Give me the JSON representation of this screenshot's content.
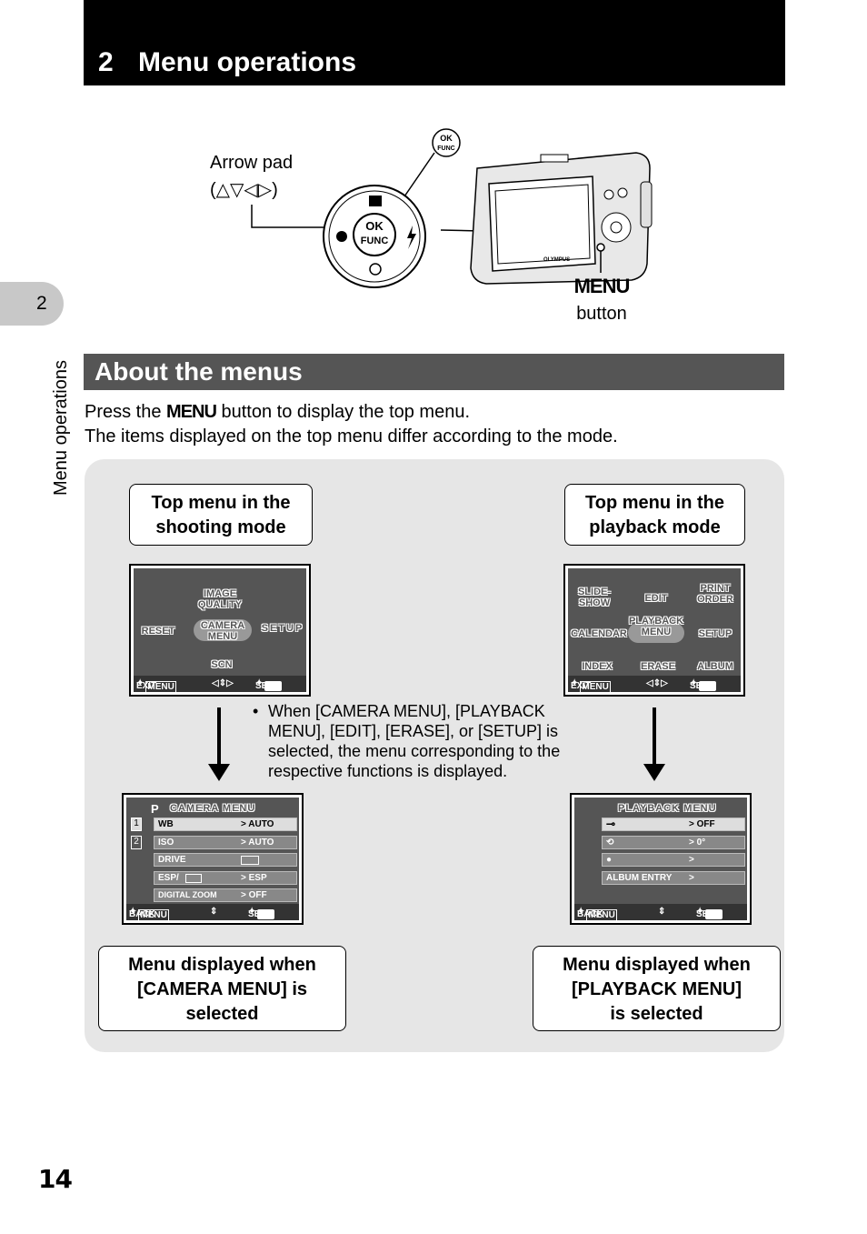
{
  "chapter": {
    "number": "2",
    "title": "Menu operations"
  },
  "side_tab": {
    "number": "2",
    "label": "Menu operations"
  },
  "page_number": "14",
  "camera_diagram": {
    "arrow_pad_label": "Arrow pad",
    "arrow_pad_glyphs": "(△▽◁▷)",
    "ok_button_top": "OK",
    "ok_button_bottom": "FUNC",
    "menu_button_word": "MENU",
    "menu_button_suffix": "button",
    "brand": "OLYMPUS"
  },
  "section": {
    "title": "About the menus"
  },
  "intro": {
    "line1_pre": "Press the ",
    "line1_menu": "MENU",
    "line1_post": " button to display the top menu.",
    "line2": "The items displayed on the top menu differ according to the mode."
  },
  "callouts": {
    "shooting_top": [
      "Top menu in the",
      "shooting mode"
    ],
    "playback_top": [
      "Top menu in the",
      "playback mode"
    ],
    "camera_menu": [
      "Menu displayed when",
      "[CAMERA MENU] is",
      "selected"
    ],
    "playback_menu": [
      "Menu displayed when",
      "[PLAYBACK MENU]",
      "is selected"
    ]
  },
  "shooting_screen": {
    "image_quality": [
      "IMAGE",
      "QUALITY"
    ],
    "reset": "RESET",
    "camera_menu": [
      "CAMERA",
      "MENU"
    ],
    "setup": "SETUP",
    "scn": "SCN",
    "exit": "EXIT",
    "menu_tag": "MENU",
    "set": "SET",
    "ok": "OK"
  },
  "playback_screen": {
    "slideshow": [
      "SLIDE-",
      "SHOW"
    ],
    "edit": "EDIT",
    "print_order": [
      "PRINT",
      "ORDER"
    ],
    "calendar": "CALENDAR",
    "playback_menu": [
      "PLAYBACK",
      "MENU"
    ],
    "setup": "SETUP",
    "index": "INDEX",
    "erase": "ERASE",
    "album": "ALBUM",
    "exit": "EXIT",
    "menu_tag": "MENU",
    "set": "SET",
    "ok": "OK"
  },
  "note": "When [CAMERA MENU], [PLAYBACK MENU], [EDIT], [ERASE], or [SETUP] is selected, the menu corresponding to the respective functions is displayed.",
  "camera_menu_screen": {
    "mode": "P",
    "title": "CAMERA MENU",
    "tabs": [
      "1",
      "2"
    ],
    "rows": [
      {
        "key": "WB",
        "value": "AUTO"
      },
      {
        "key": "ISO",
        "value": "AUTO"
      },
      {
        "key": "DRIVE",
        "value": ""
      },
      {
        "key": "ESP/",
        "value": "ESP"
      },
      {
        "key": "DIGITAL ZOOM",
        "value": "OFF"
      }
    ],
    "back": "BACK",
    "menu_tag": "MENU",
    "set": "SET",
    "ok": "OK"
  },
  "playback_menu_screen": {
    "title": "PLAYBACK MENU",
    "rows": [
      {
        "key": "",
        "value": "OFF"
      },
      {
        "key": "",
        "value": "0°"
      },
      {
        "key": "",
        "value": ""
      },
      {
        "key": "ALBUM ENTRY",
        "value": ""
      }
    ],
    "back": "BACK",
    "menu_tag": "MENU",
    "set": "SET",
    "ok": "OK"
  }
}
